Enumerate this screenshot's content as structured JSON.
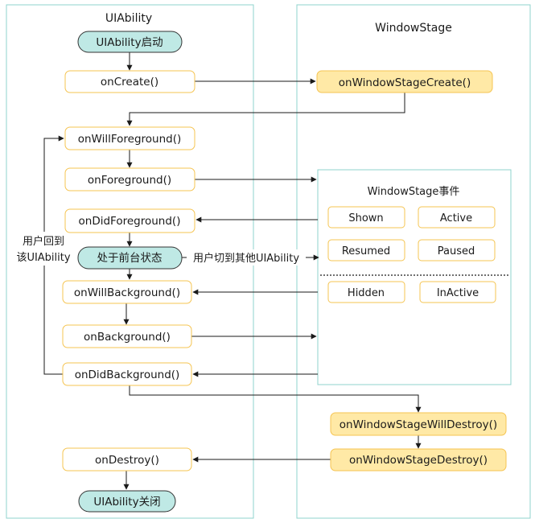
{
  "panels": {
    "uiability_title": "UIAbility",
    "windowstage_title": "WindowStage",
    "events_title": "WindowStage事件"
  },
  "lifecycle": {
    "start": "UIAbility启动",
    "on_create": "onCreate()",
    "on_will_foreground": "onWillForeground()",
    "on_foreground": "onForeground()",
    "on_did_foreground": "onDidForeground()",
    "foreground_state": "处于前台状态",
    "on_will_background": "onWillBackground()",
    "on_background": "onBackground()",
    "on_did_background": "onDidBackground()",
    "on_destroy": "onDestroy()",
    "end": "UIAbility关闭"
  },
  "windowstage": {
    "on_create": "onWindowStageCreate()",
    "on_will_destroy": "onWindowStageWillDestroy()",
    "on_destroy": "onWindowStageDestroy()"
  },
  "events": {
    "shown": "Shown",
    "active": "Active",
    "resumed": "Resumed",
    "paused": "Paused",
    "hidden": "Hidden",
    "inactive": "InActive"
  },
  "labels": {
    "return_line1": "用户回到",
    "return_line2": "该UIAbility",
    "switch_away": "用户切到其他UIAbility"
  },
  "colors": {
    "panel_border": "#8fd3cc",
    "node_border": "#f5c451",
    "node_fill_highlight": "#ffe9a6",
    "state_fill": "#bfe9e5"
  }
}
